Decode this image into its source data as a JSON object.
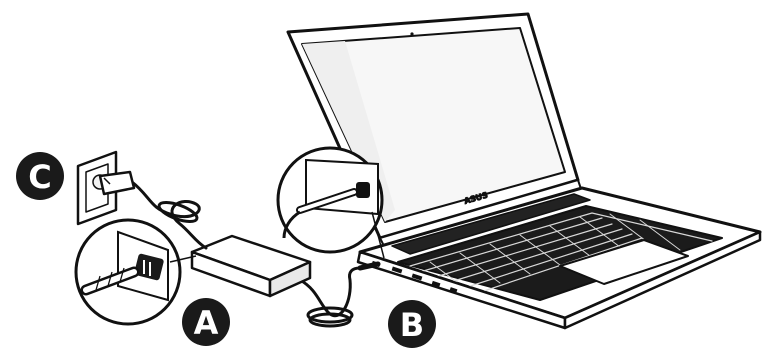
{
  "steps": [
    {
      "label": "A",
      "description_hidden": ""
    },
    {
      "label": "B",
      "description_hidden": ""
    },
    {
      "label": "C",
      "description_hidden": ""
    }
  ],
  "laptop": {
    "brand": "ASUS"
  },
  "colors": {
    "ink": "#111111",
    "badge": "#1a1a1a",
    "paper": "#ffffff",
    "screen_shade": "#f4f4f4",
    "keyboard_light": "#d8d8d8"
  },
  "icons": [
    "laptop-icon",
    "power-adapter-icon",
    "wall-outlet-icon",
    "dc-connector-icon",
    "power-plug-icon"
  ]
}
